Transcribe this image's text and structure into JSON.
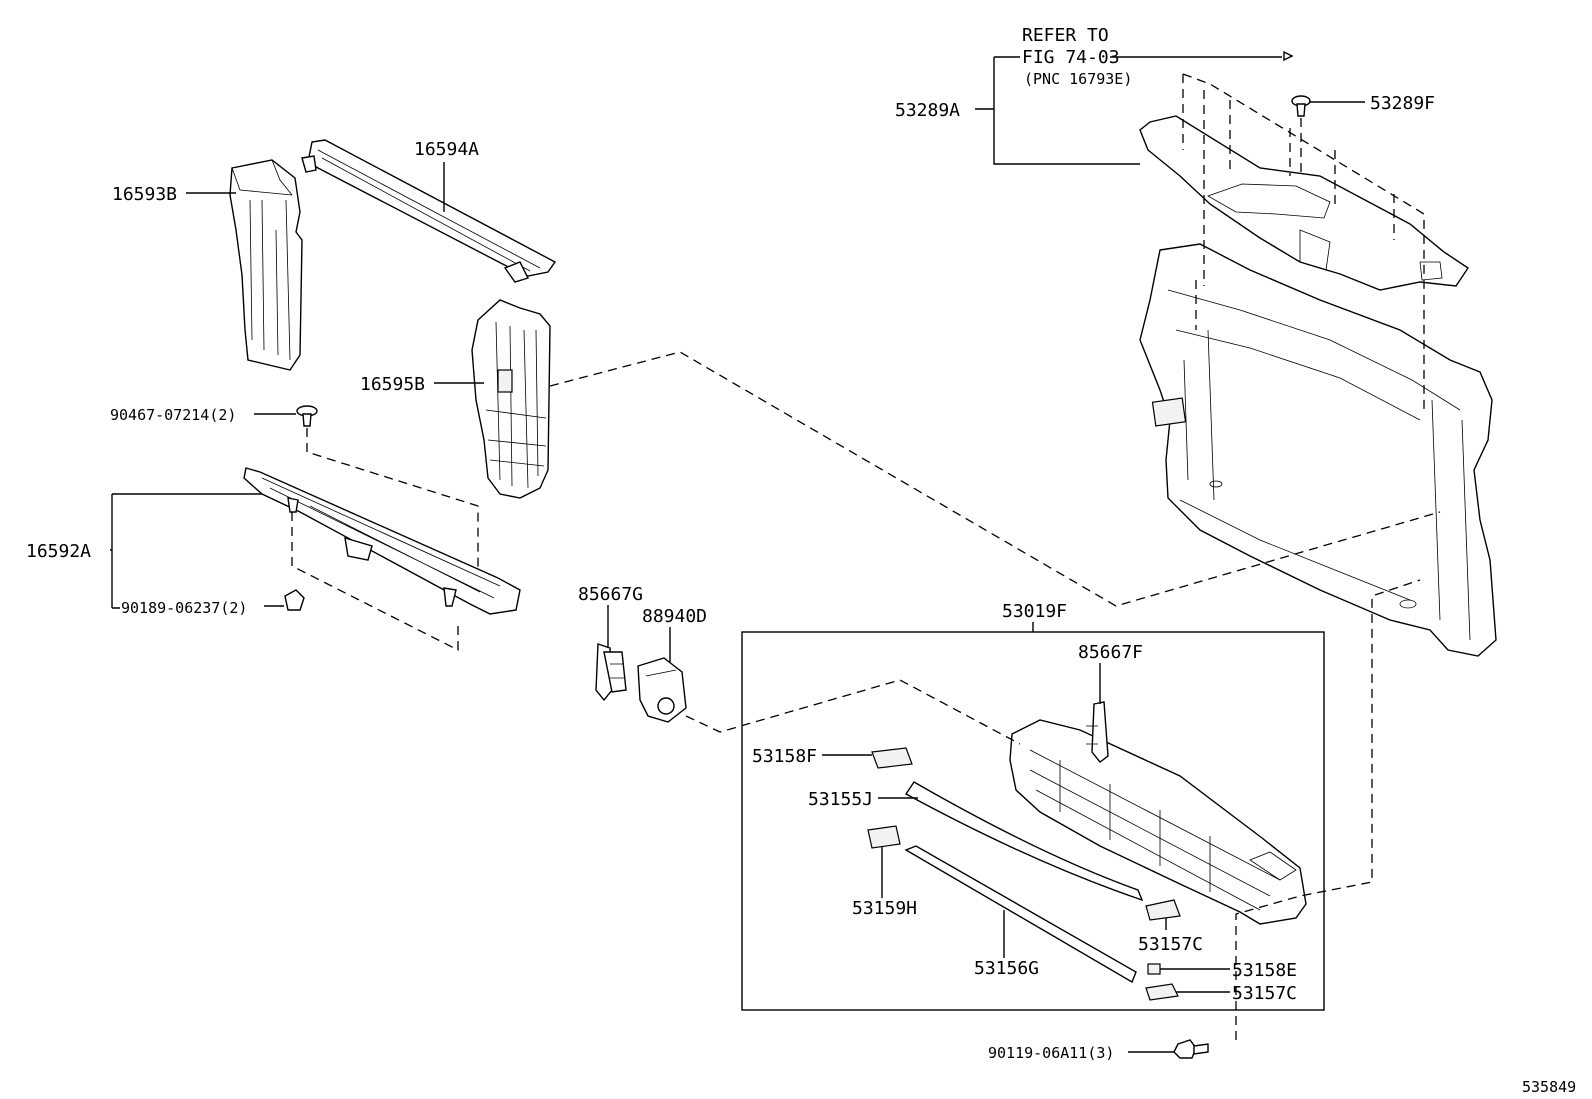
{
  "refer_note": {
    "line1": "REFER TO",
    "line2": "FIG 74-03",
    "line3": "(PNC 16793E)"
  },
  "labels": {
    "p53289A": "53289A",
    "p53289F": "53289F",
    "p16594A": "16594A",
    "p16593B": "16593B",
    "p16595B": "16595B",
    "p90467": "90467-07214(2)",
    "p16592A": "16592A",
    "p90189": "90189-06237(2)",
    "p85667G": "85667G",
    "p88940D": "88940D",
    "p53019F": "53019F",
    "p85667F": "85667F",
    "p53158F": "53158F",
    "p53155J": "53155J",
    "p53159H": "53159H",
    "p53156G": "53156G",
    "p53157C_a": "53157C",
    "p53158E": "53158E",
    "p53157C_b": "53157C",
    "p90119": "90119-06A11(3)"
  },
  "diagram_id": "535849"
}
